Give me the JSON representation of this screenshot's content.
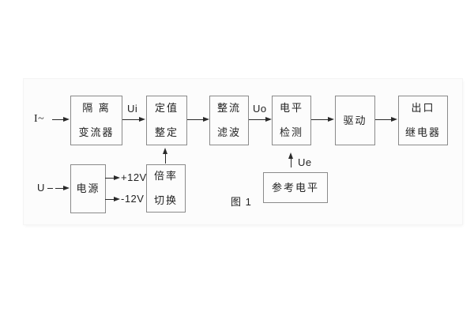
{
  "figure_caption": "图 1",
  "blocks": {
    "isolation": {
      "line1": "隔 离",
      "line2": "变流器"
    },
    "setting": {
      "line1": "定值",
      "line2": "整定"
    },
    "rectify": {
      "line1": "整流",
      "line2": "滤波"
    },
    "level": {
      "line1": "电平",
      "line2": "检测"
    },
    "drive": {
      "label": "驱动"
    },
    "relay": {
      "line1": "出口",
      "line2": "继电器"
    },
    "power": {
      "label": "电源"
    },
    "ratio": {
      "line1": "倍率",
      "line2": "切换"
    },
    "reference": {
      "label": "参考电平"
    }
  },
  "signals": {
    "input_current": "I~",
    "input_voltage": "U",
    "ui": "Ui",
    "uo": "Uo",
    "ue": "Ue",
    "plus_rail": "+12V",
    "minus_rail": "-12V"
  },
  "colors": {
    "box_border": "#8a8a8a",
    "text": "#222222",
    "arrow_line": "#2a2a2a",
    "photo_background": "#fcfcfc",
    "page_background": "#ffffff"
  }
}
